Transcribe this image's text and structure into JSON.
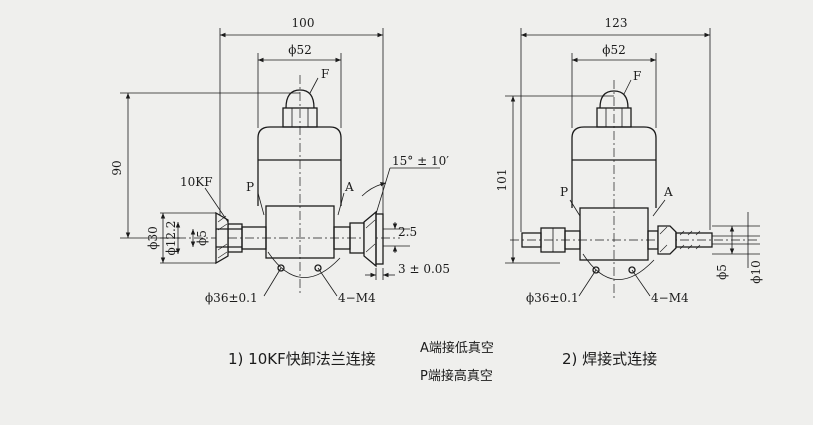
{
  "left_drawing": {
    "width_dim": "100",
    "bore_dim": "ϕ52",
    "height_dim": "90",
    "flange_label": "10KF",
    "port_p": "P",
    "port_a": "A",
    "marker_f": "F",
    "angle_dim": "15° ± 10′",
    "thickness_dim": "2.5",
    "offset_dim": "3 ± 0.05",
    "dia_outer": "ϕ30",
    "dia_mid": "ϕ12.2",
    "dia_inner": "ϕ5",
    "bolt_circle": "ϕ36±0.1",
    "thread": "4−M4"
  },
  "right_drawing": {
    "width_dim": "123",
    "bore_dim": "ϕ52",
    "height_dim": "101",
    "port_p": "P",
    "port_a": "A",
    "marker_f": "F",
    "tube_dia_small": "ϕ5",
    "tube_dia_large": "ϕ10",
    "bolt_circle": "ϕ36±0.1",
    "thread": "4−M4"
  },
  "captions": {
    "left": "1) 10KF快卸法兰连接",
    "right": "2) 焊接式连接",
    "note_a": "A端接低真空",
    "note_p": "P端接高真空"
  }
}
